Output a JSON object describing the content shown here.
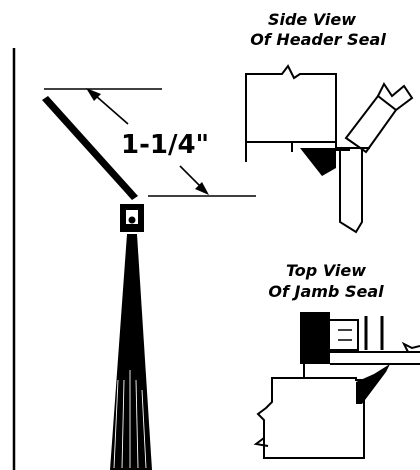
{
  "dimension": {
    "label": "1-1/4\""
  },
  "side_view": {
    "line1": "Side View",
    "line2": "Of Header Seal"
  },
  "top_view": {
    "line1": "Top View",
    "line2": "Of Jamb Seal"
  },
  "colors": {
    "ink": "#000000",
    "paper": "#ffffff"
  }
}
